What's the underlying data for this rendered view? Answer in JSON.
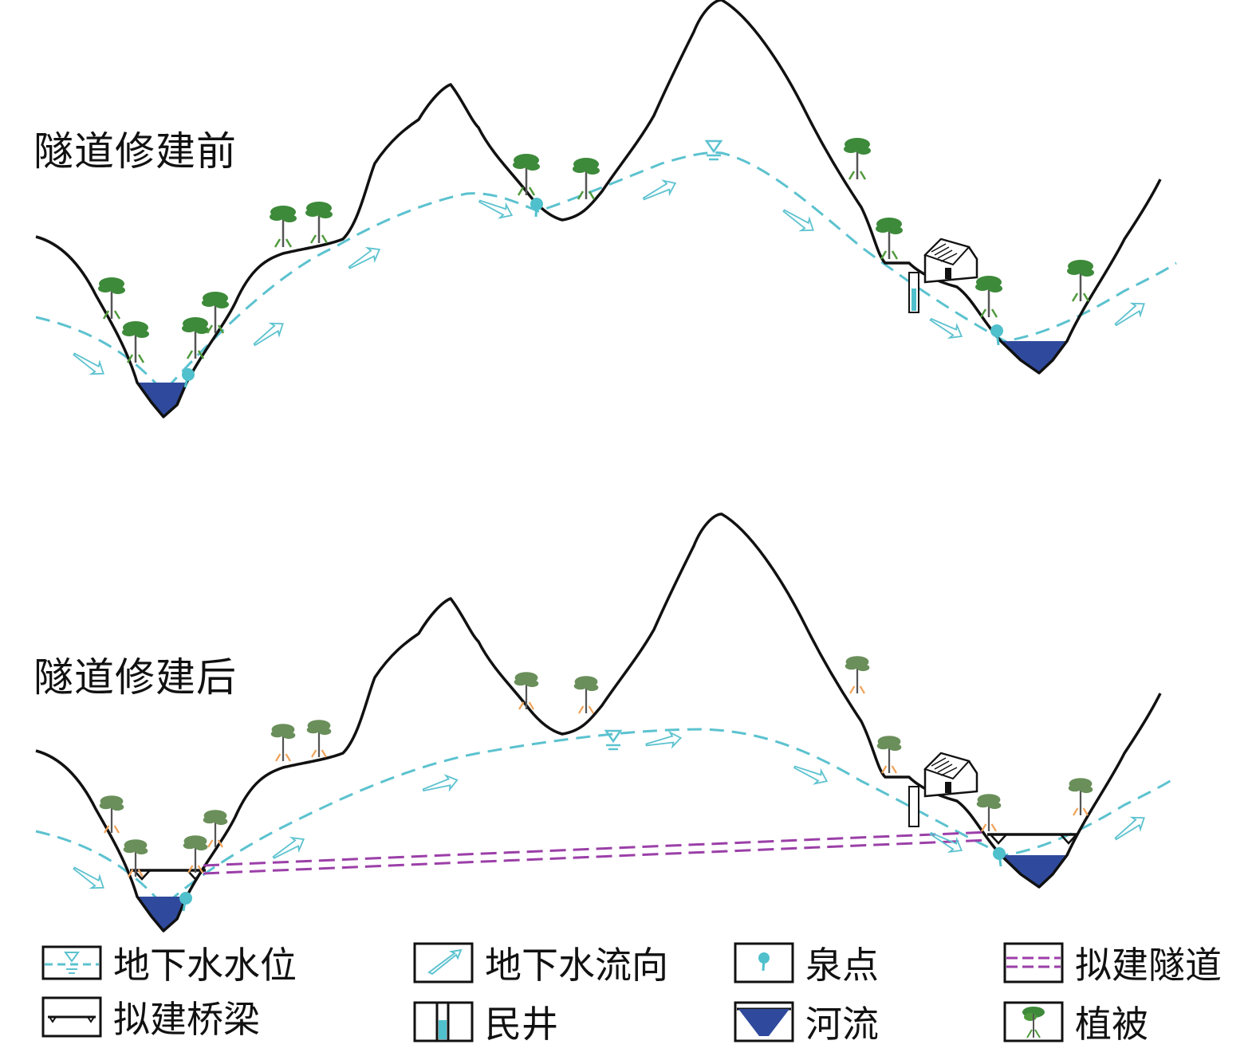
{
  "panels": {
    "before": {
      "title": "隧道修建前"
    },
    "after": {
      "title": "隧道修建后"
    }
  },
  "legend": [
    {
      "label": "地下水水位",
      "icon": "groundwater-level-icon"
    },
    {
      "label": "地下水流向",
      "icon": "groundwater-flow-icon"
    },
    {
      "label": "泉点",
      "icon": "spring-icon"
    },
    {
      "label": "拟建隧道",
      "icon": "tunnel-icon"
    },
    {
      "label": "拟建桥梁",
      "icon": "bridge-icon"
    },
    {
      "label": "民井",
      "icon": "well-icon"
    },
    {
      "label": "河流",
      "icon": "river-icon"
    },
    {
      "label": "植被",
      "icon": "vegetation-icon"
    }
  ],
  "colors": {
    "terrain": "#111111",
    "groundwater": "#5cc2cf",
    "river": "#2f4a9c",
    "spring": "#4fc0cc",
    "tunnel": "#9b3fa8",
    "vegetation_green": "#4f9a3c",
    "vegetation_dry": "#f0a45c",
    "tree_canopy": "#3d8a3a"
  }
}
